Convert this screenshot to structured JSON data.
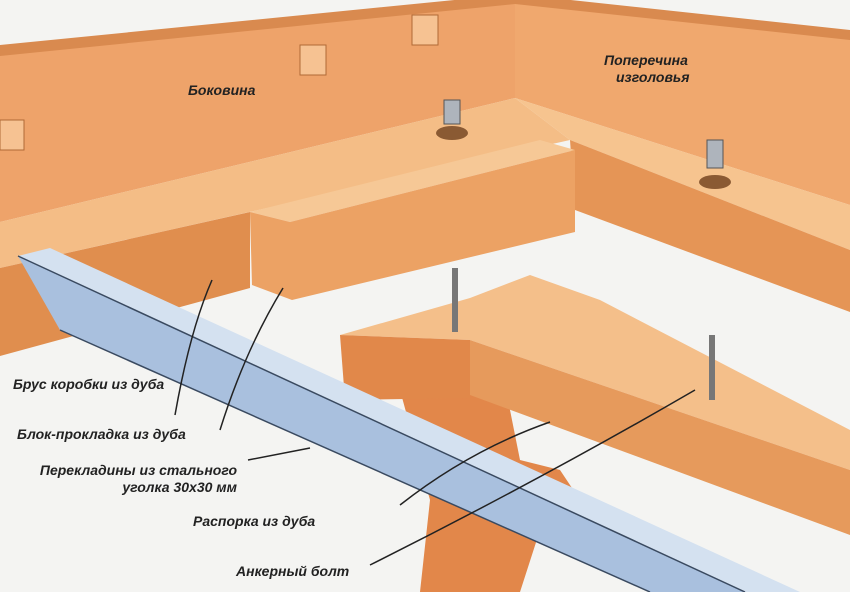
{
  "labels": {
    "side_panel": "Боковина",
    "headboard_crossbar_1": "Поперечина",
    "headboard_crossbar_2": "изголовья",
    "oak_frame_beam": "Брус коробки из дуба",
    "oak_spacer_block": "Блок-прокладка из дуба",
    "steel_crossbar_1": "Перекладины из стального",
    "steel_crossbar_2": "уголка 30х30 мм",
    "oak_strut": "Распорка из дуба",
    "anchor_bolt": "Анкерный болт"
  },
  "colors": {
    "wood": "#e89a5c",
    "wood_light": "#f2b47a",
    "wood_dark": "#c9733a",
    "steel": "#a9c0de",
    "steel_light": "#d4e1f0"
  }
}
